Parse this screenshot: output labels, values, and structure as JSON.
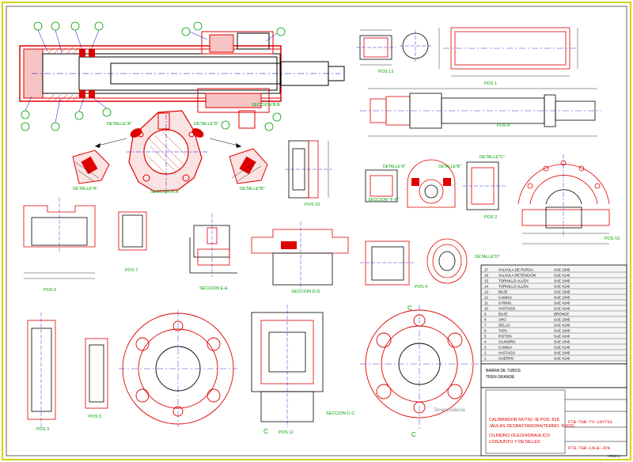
{
  "colors": {
    "background": "#ffffff",
    "frame": "#d4d400",
    "red": "#e00000",
    "blue": "#0000cc",
    "green": "#00a000",
    "black": "#000000",
    "tablebg": "#f5f5f5"
  },
  "labels": {
    "detalle_a": "DETALLE\"A\"",
    "detalle_b": "DETALLE\"B\"",
    "seccion_aa": "SECCION A-A",
    "seccion_bb": "SECCION B-B",
    "detalle_c": "DETALLE\"C\"",
    "detalle_d": "DETALLE\"D\"",
    "seccion_ff": "SECCION \"F-F\"",
    "seccion_ee": "SECCION E-E",
    "seccion_dd": "SECCION D-D",
    "seccion_cc": "SECCION C-C",
    "pos13": "POS 13",
    "pos1": "POS 1",
    "pos8": "POS 8",
    "pos10": "POS 10",
    "pos15": "POS 15",
    "pos2": "POS 2",
    "pos6": "POS 6",
    "pos4": "POS 4",
    "pos11": "POS 11",
    "pos5": "POS 5",
    "pos3": "POS 3",
    "pos7": "POS 7",
    "logo": "TenarisSiderca"
  },
  "title_block": {
    "header1": "BARRA DE TUBOS",
    "header2": "TREN GRANDE",
    "line1": "CALIBRADOR MV750 -IE POS. 818",
    "line2": "JAULAS DESBASTADORA/TERMO. KROG",
    "line3": "CILINDRO OLEOHIDRAULICO",
    "line4": "CONJUNTO Y DETALLES",
    "code1": "FTB-TGR-TV-10YT01",
    "code2": "FTB-TGR-CALB-JCN",
    "sheet": "HOJA 1"
  },
  "bom": [
    {
      "pos": "17",
      "desc": "VALVULA DE PURGA",
      "mat": "SAE 1045"
    },
    {
      "pos": "16",
      "desc": "VALVULA RETENCION",
      "mat": "SAE 4140"
    },
    {
      "pos": "15",
      "desc": "TORNILLO ALLEN",
      "mat": "SAE 1045"
    },
    {
      "pos": "14",
      "desc": "TORNILLO ALLEN",
      "mat": "SAE 4140"
    },
    {
      "pos": "13",
      "desc": "BUJE",
      "mat": "SAE 1045"
    },
    {
      "pos": "12",
      "desc": "CAMISA",
      "mat": "SAE 1045"
    },
    {
      "pos": "11",
      "desc": "O-RING",
      "mat": "SAE 4140"
    },
    {
      "pos": "10",
      "desc": "VASTAGO",
      "mat": "SAE 4140"
    },
    {
      "pos": "9",
      "desc": "BUJE",
      "mat": "BRONCE"
    },
    {
      "pos": "8",
      "desc": "ARO",
      "mat": "SAE 1045"
    },
    {
      "pos": "7",
      "desc": "SELLO",
      "mat": "SAE 4140"
    },
    {
      "pos": "6",
      "desc": "TAPA",
      "mat": "SAE 1045"
    },
    {
      "pos": "5",
      "desc": "PISTON",
      "mat": "SAE 4140"
    },
    {
      "pos": "4",
      "desc": "CILINDRO",
      "mat": "SAE 1045"
    },
    {
      "pos": "3",
      "desc": "CAMISA",
      "mat": "SAE 4140"
    },
    {
      "pos": "2",
      "desc": "VASTAGO",
      "mat": "SAE 1045"
    },
    {
      "pos": "1",
      "desc": "CUERPO",
      "mat": "SAE 4140"
    }
  ]
}
